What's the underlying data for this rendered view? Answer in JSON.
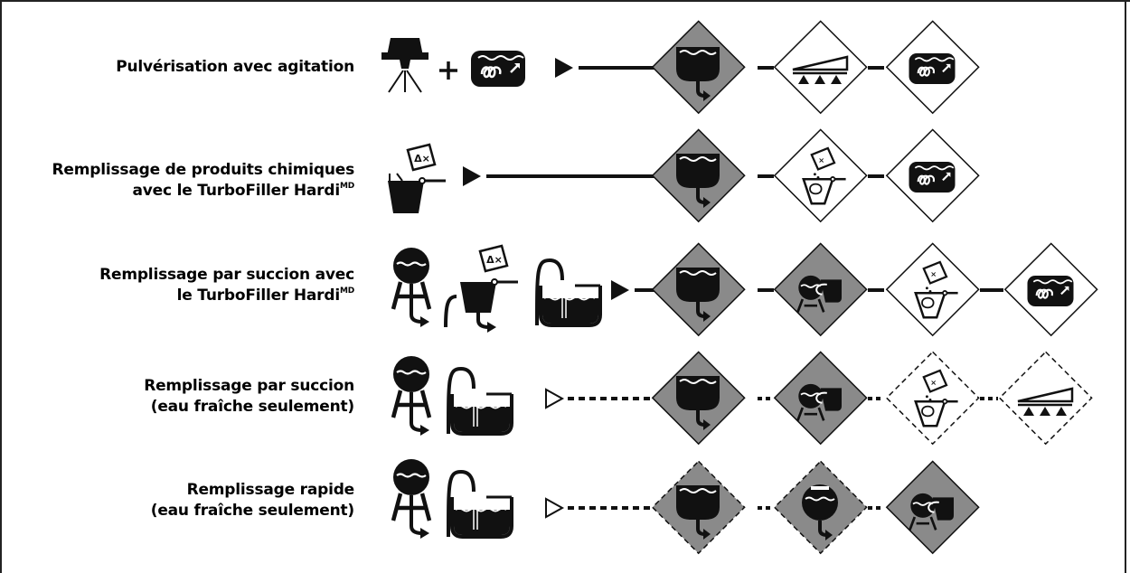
{
  "rows": [
    {
      "label_lines": [
        "Pulvérisation avec agitation"
      ],
      "mode": "solid"
    },
    {
      "label_lines": [
        "Remplissage de produits chimiques",
        "avec le TurboFiller Hardi"
      ],
      "superscript": "MD",
      "mode": "solid"
    },
    {
      "label_lines": [
        "Remplissage par succion avec",
        "le TurboFiller Hardi"
      ],
      "superscript": "MD",
      "mode": "solid"
    },
    {
      "label_lines": [
        "Remplissage par succion",
        "(eau fraîche seulement)"
      ],
      "mode": "dotted"
    },
    {
      "label_lines": [
        "Remplissage rapide",
        "(eau fraîche seulement)"
      ],
      "mode": "dotted"
    }
  ],
  "colors": {
    "ink": "#111111",
    "active_fill": "#8a8a8a",
    "inactive_fill": "#ffffff"
  },
  "icons": {
    "row1_source": [
      "sprayer-nozzle-icon",
      "plus-icon",
      "agitation-tank-icon"
    ],
    "row1_valves": [
      "main-tank-outlet-icon",
      "boom-nozzles-icon",
      "agitation-return-icon"
    ],
    "row2_source": [
      "chemical-bag-hopper-icon"
    ],
    "row2_valves": [
      "main-tank-outlet-icon",
      "turbofiller-icon",
      "agitation-return-icon"
    ],
    "row3_source": [
      "external-tank-icon",
      "turbofiller-icon",
      "suction-hose-tank-icon"
    ],
    "row3_valves": [
      "main-tank-outlet-icon",
      "external-tank-to-main-icon",
      "turbofiller-icon",
      "agitation-return-icon"
    ],
    "row4_source": [
      "external-tank-icon",
      "suction-hose-tank-icon"
    ],
    "row4_valves": [
      "main-tank-outlet-icon",
      "external-tank-to-main-icon",
      "turbofiller-icon",
      "boom-nozzles-icon"
    ],
    "row5_source": [
      "external-tank-icon",
      "suction-hose-tank-icon"
    ],
    "row5_valves": [
      "main-tank-outlet-icon",
      "fast-fill-icon",
      "external-tank-to-main-icon"
    ]
  }
}
